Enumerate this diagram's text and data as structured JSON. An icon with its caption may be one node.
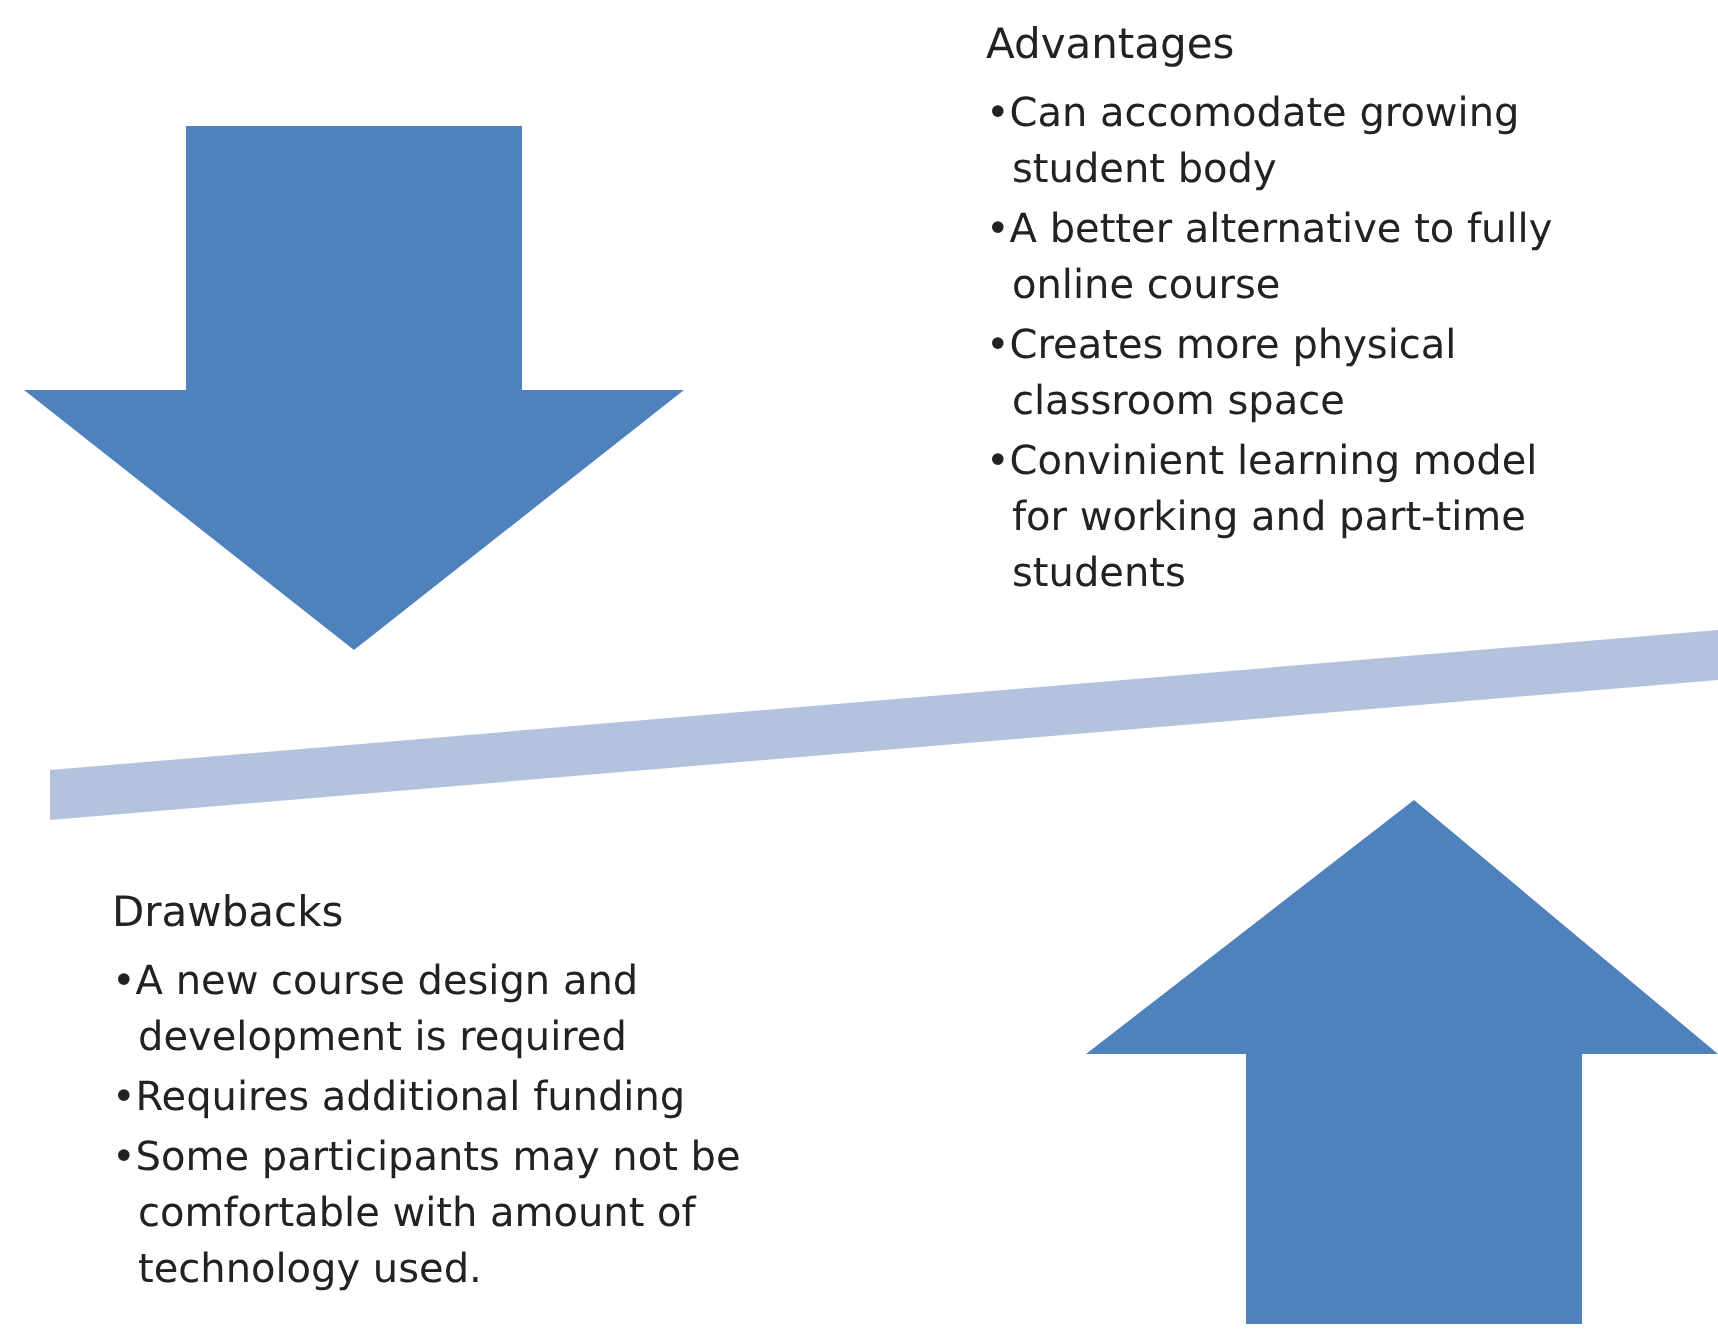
{
  "diagram": {
    "labels": [
      "Advantages",
      "•Can accomodate growing student body",
      "•A better alternative to fully online course",
      "•Creates more physical classroom space",
      "•Convinient learning model for working and part-time students",
      "Drawbacks",
      "•A new course design and development is required",
      "•Requires additional funding",
      "•Some participants may not be comfortable with amount of technology used."
    ]
  }
}
